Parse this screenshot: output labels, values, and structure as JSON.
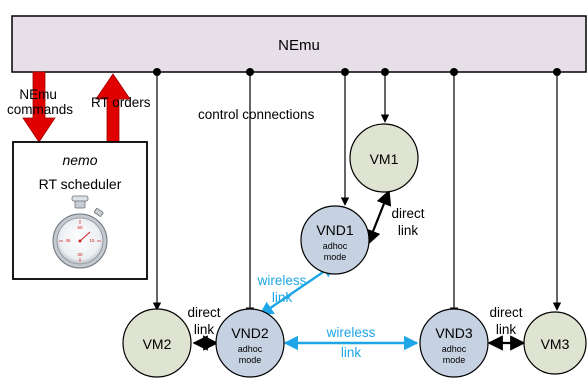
{
  "nemu_bar": {
    "label": "NEmu"
  },
  "arrows": {
    "nemu_commands": "NEmu\ncommands",
    "rt_orders": "RT orders"
  },
  "nemo_box": {
    "title": "nemo",
    "subtitle": "RT scheduler",
    "stopwatch_icon": "stopwatch-icon"
  },
  "labels": {
    "control_connections": "control connections",
    "direct_link_vnd1_vm1": "direct\nlink",
    "wireless_link_vnd2_vnd1": "wireless\nlink",
    "direct_link_vm2_vnd2": "direct\nlink",
    "wireless_link_vnd2_vnd3": "wireless\nlink",
    "direct_link_vnd3_vm3": "direct\nlink"
  },
  "nodes": {
    "vm1": {
      "label": "VM1"
    },
    "vm2": {
      "label": "VM2"
    },
    "vm3": {
      "label": "VM3"
    },
    "vnd1": {
      "label": "VND1",
      "mode": "adhoc\nmode"
    },
    "vnd2": {
      "label": "VND2",
      "mode": "adhoc\nmode"
    },
    "vnd3": {
      "label": "VND3",
      "mode": "adhoc\nmode"
    }
  },
  "colors": {
    "bar_fill": "#e6dfe8",
    "vm_fill": "#dfe3d1",
    "vnd_fill": "#c6d2e2",
    "arrow_red": "#e00000",
    "wireless_blue": "#1ea6e6",
    "line_dark": "#000000"
  }
}
